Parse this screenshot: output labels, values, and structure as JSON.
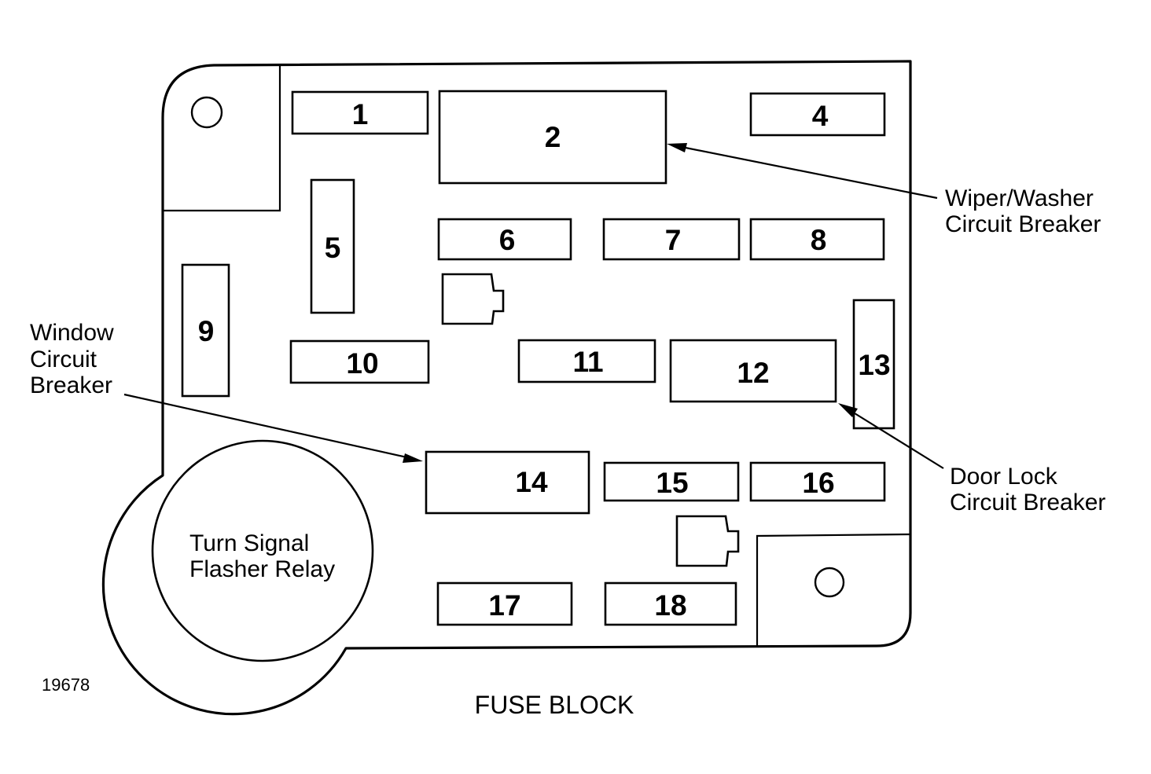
{
  "fuses": {
    "f1": "1",
    "f2": "2",
    "f4": "4",
    "f5": "5",
    "f6": "6",
    "f7": "7",
    "f8": "8",
    "f9": "9",
    "f10": "10",
    "f11": "11",
    "f12": "12",
    "f13": "13",
    "f14": "14",
    "f15": "15",
    "f16": "16",
    "f17": "17",
    "f18": "18"
  },
  "relay": {
    "line1": "Turn Signal",
    "line2": "Flasher Relay"
  },
  "callouts": {
    "wiper_line1": "Wiper/Washer",
    "wiper_line2": "Circuit Breaker",
    "window_line1": "Window",
    "window_line2": "Circuit",
    "window_line3": "Breaker",
    "door_line1": "Door Lock",
    "door_line2": "Circuit Breaker"
  },
  "figure_number": "19678",
  "caption": "FUSE BLOCK"
}
